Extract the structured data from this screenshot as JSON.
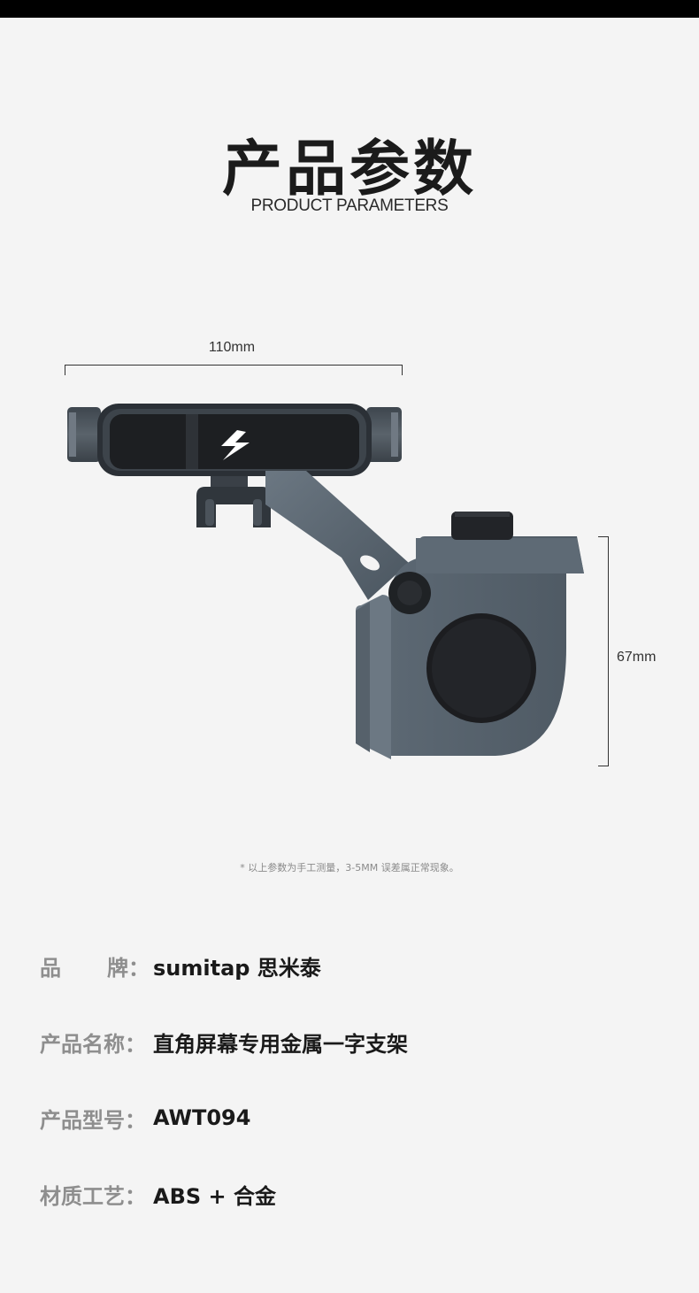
{
  "header": {
    "title_cn": "产品参数",
    "title_en": "PRODUCT PARAMETERS"
  },
  "dimensions": {
    "width_label": "110mm",
    "height_label": "67mm"
  },
  "note": "* 以上参数为手工测量，3-5MM 误差属正常现象。",
  "specs": [
    {
      "key_a": "品",
      "key_b": "牌：",
      "value": "sumitap 思米泰"
    },
    {
      "key": "产品名称：",
      "value": "直角屏幕专用金属一字支架"
    },
    {
      "key": "产品型号：",
      "value": "AWT094"
    },
    {
      "key": "材质工艺：",
      "value": "ABS + 合金"
    }
  ],
  "colors": {
    "background": "#f4f4f4",
    "product_gray": "#56626d",
    "black_pad": "#1c1d20"
  }
}
